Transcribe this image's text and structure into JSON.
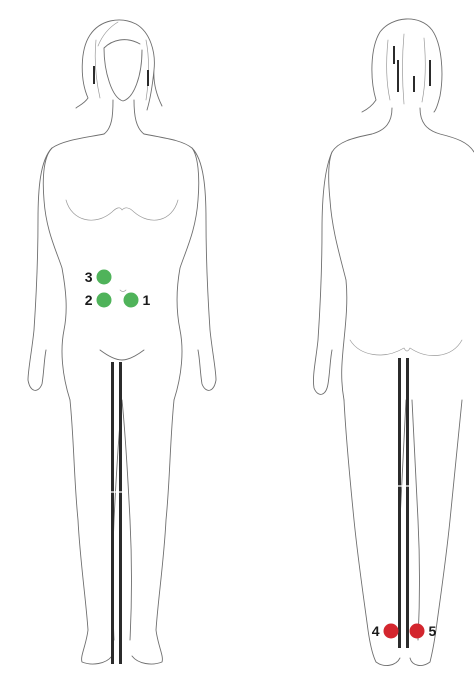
{
  "colors": {
    "front_points": "#4fb35a",
    "back_points": "#d3262e",
    "label_text": "#1a1a1a",
    "stripe": "#2b2b2b"
  },
  "figures": [
    {
      "name": "front",
      "points": [
        {
          "label": "1",
          "group": "front",
          "label_side": "right"
        },
        {
          "label": "2",
          "group": "front",
          "label_side": "left"
        },
        {
          "label": "3",
          "group": "front",
          "label_side": "left"
        }
      ]
    },
    {
      "name": "back",
      "points": [
        {
          "label": "4",
          "group": "back",
          "label_side": "left"
        },
        {
          "label": "5",
          "group": "back",
          "label_side": "right"
        }
      ]
    }
  ]
}
